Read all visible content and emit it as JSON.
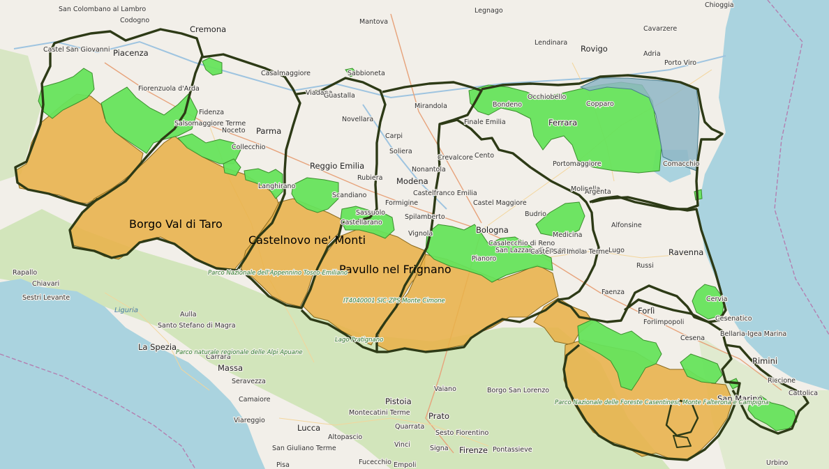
{
  "map": {
    "colors": {
      "land": "#f2efe9",
      "sea": "#aad3df",
      "forest": "#cde3b3",
      "zone_orange": "#e8b24a",
      "zone_green": "#66e35c",
      "zone_blue": "#8fb6c6",
      "province_border": "#2d3a16"
    },
    "place_labels": [
      "San Colombano al Lambro",
      "Codogno",
      "Cremona",
      "Mantova",
      "Legnago",
      "Cavarzere",
      "Chioggia",
      "Lendinara",
      "Rovigo",
      "Adria",
      "Porto Viro",
      "Castel San Giovanni",
      "Piacenza",
      "Casalmaggiore",
      "Sabbioneta",
      "Fiorenzuola d'Arda",
      "Viadana",
      "Guastalla",
      "Occhiobello",
      "Bondeno",
      "Copparo",
      "Fidenza",
      "Salsomaggiore Terme",
      "Noceto",
      "Parma",
      "Mirandola",
      "Novellara",
      "Finale Emilia",
      "Ferrara",
      "Collecchio",
      "Carpi",
      "Soliera",
      "Reggio Emilia",
      "Rubiera",
      "Cento",
      "Crevalcore",
      "Nonantola",
      "Portomaggiore",
      "Comacchio",
      "Langhirano",
      "Scandiano",
      "Modena",
      "Castelfranco Emilia",
      "Molinella",
      "Argenta",
      "Formigine",
      "Sassuolo",
      "Spilamberto",
      "Castel Maggiore",
      "Budrio",
      "Castellarano",
      "Vignola",
      "Bologna",
      "Alfonsine",
      "Borgo Val di Taro",
      "Casalecchio di Reno",
      "San Lazzaro di Savena",
      "Castel San Pietro Terme",
      "Medicina",
      "Castelnovo ne' Monti",
      "Ravenna",
      "Pianoro",
      "Lugo",
      "Imola",
      "Russi",
      "Pavullo nel Frignano",
      "Rapallo",
      "Chiavari",
      "Sestri Levante",
      "Faenza",
      "Cervia",
      "Forlì",
      "Forlimpopoli",
      "Cesenatico",
      "Aulla",
      "Santo Stefano di Magra",
      "Cesena",
      "Bellaria-Igea Marina",
      "La Spezia",
      "Rimini",
      "Carrara",
      "Riccione",
      "Massa",
      "Seravezza",
      "Cattolica",
      "San Marino",
      "Vaiano",
      "Borgo San Lorenzo",
      "Camaiore",
      "Pistoia",
      "Prato",
      "Montecatini Terme",
      "Viareggio",
      "Lucca",
      "Quarrata",
      "Altopascio",
      "Sesto Fiorentino",
      "Vinci",
      "Signa",
      "Firenze",
      "Pontassieve",
      "San Giuliano Terme",
      "Fucecchio",
      "Empoli",
      "Pisa",
      "Urbino",
      "Liguria"
    ],
    "park_labels": [
      "Parco Nazionale dell'Appennino Tosco-Emiliano",
      "Parco naturale regionale delle Alpi Apuane",
      "Lago Pratignano",
      "Parco Nazionale delle Foreste Casentinesi, Monte Falterona e Campigna"
    ],
    "zone_labels": [
      "IT4040001 SIC-ZPS Monte Cimone"
    ]
  }
}
